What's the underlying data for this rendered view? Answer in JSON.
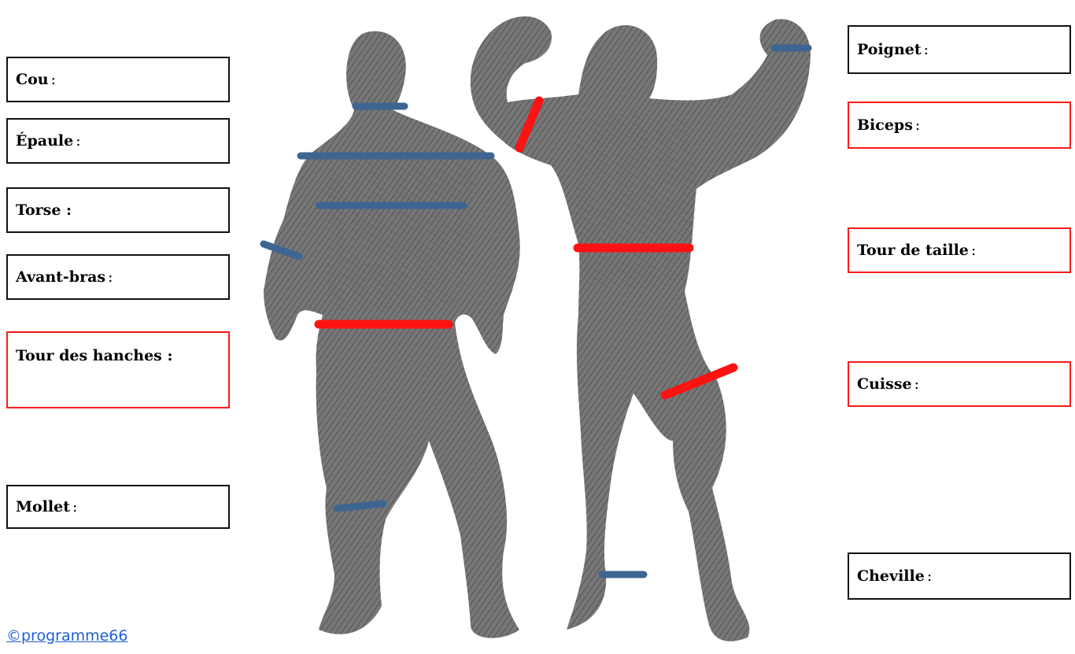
{
  "labels_left": [
    {
      "key": "cou",
      "name": "Cou",
      "sep": " :",
      "border": "black"
    },
    {
      "key": "epaule",
      "name": "Épaule",
      "sep": " :",
      "border": "black"
    },
    {
      "key": "torse",
      "name": "Torse :",
      "sep": "",
      "border": "black"
    },
    {
      "key": "avant_bras",
      "name": "Avant-bras",
      "sep": " :",
      "border": "black"
    },
    {
      "key": "tour_hanches",
      "name": "Tour des hanches :",
      "sep": "",
      "border": "red"
    },
    {
      "key": "mollet",
      "name": "Mollet",
      "sep": " :",
      "border": "black"
    }
  ],
  "labels_right": [
    {
      "key": "poignet",
      "name": "Poignet",
      "sep": " :",
      "border": "black"
    },
    {
      "key": "biceps",
      "name": "Biceps",
      "sep": " :",
      "border": "red"
    },
    {
      "key": "tour_taille",
      "name": "Tour de taille",
      "sep": " :",
      "border": "red"
    },
    {
      "key": "cuisse",
      "name": "Cuisse",
      "sep": " :",
      "border": "red"
    },
    {
      "key": "cheville",
      "name": "Cheville",
      "sep": " :",
      "border": "black"
    }
  ],
  "credit": "©programme66",
  "colors": {
    "body_fill": "#6f6f6f",
    "marker_blue": "#3c6592",
    "marker_red": "#ff1212",
    "box_border_black": "#111111",
    "box_border_red": "#ff1a1a",
    "credit_link": "#1f5fd6"
  }
}
